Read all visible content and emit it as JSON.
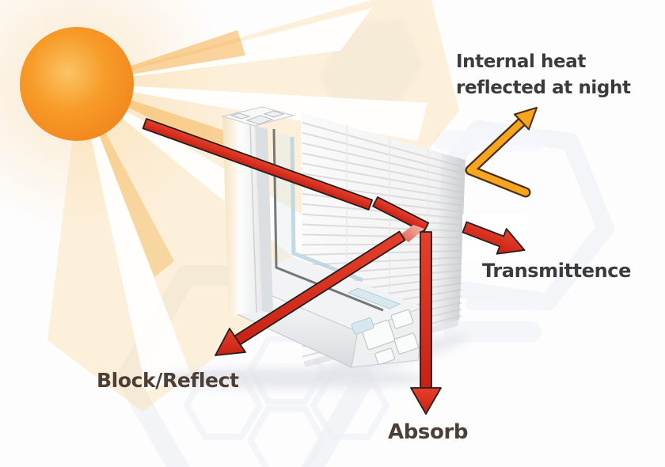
{
  "diagram": {
    "subject": "window-solar-heat-flow"
  },
  "labels": {
    "internal_heat_line1": "Internal heat",
    "internal_heat_line2": "reflected at night",
    "transmittence": "Transmittence",
    "block_reflect": "Block/Reflect",
    "absorb": "Absorb"
  },
  "icons": {
    "sun": "sun-icon",
    "sun_rays": "sun-rays-icon",
    "window_frame": "window-frame-cross-section",
    "blinds": "blinds-panel",
    "sunlight_beam": "red-sunlight-beam-arrow",
    "transmit_arrow": "red-right-arrow",
    "block_reflect_arrow": "red-down-left-arrow",
    "absorb_arrow": "red-down-arrow",
    "night_reflect_arrow": "orange-bounce-arrow",
    "hexagon_watermark": "hexagon-watermark"
  },
  "colors": {
    "arrow_red": "#d7271b",
    "arrow_red_light": "#e6402c",
    "arrow_outline": "#241e1e",
    "pink_fade": "#f3a9a0",
    "arrow_orange": "#f7a41f",
    "orange_outline": "#4a2d11",
    "sun_core": "#f0801a",
    "sun_mid": "#f79b28",
    "sun_edge": "#fbc464",
    "label_dark": "#3b3b3d",
    "label_brown": "#4d3e36",
    "watermark": "#eef1f6"
  }
}
